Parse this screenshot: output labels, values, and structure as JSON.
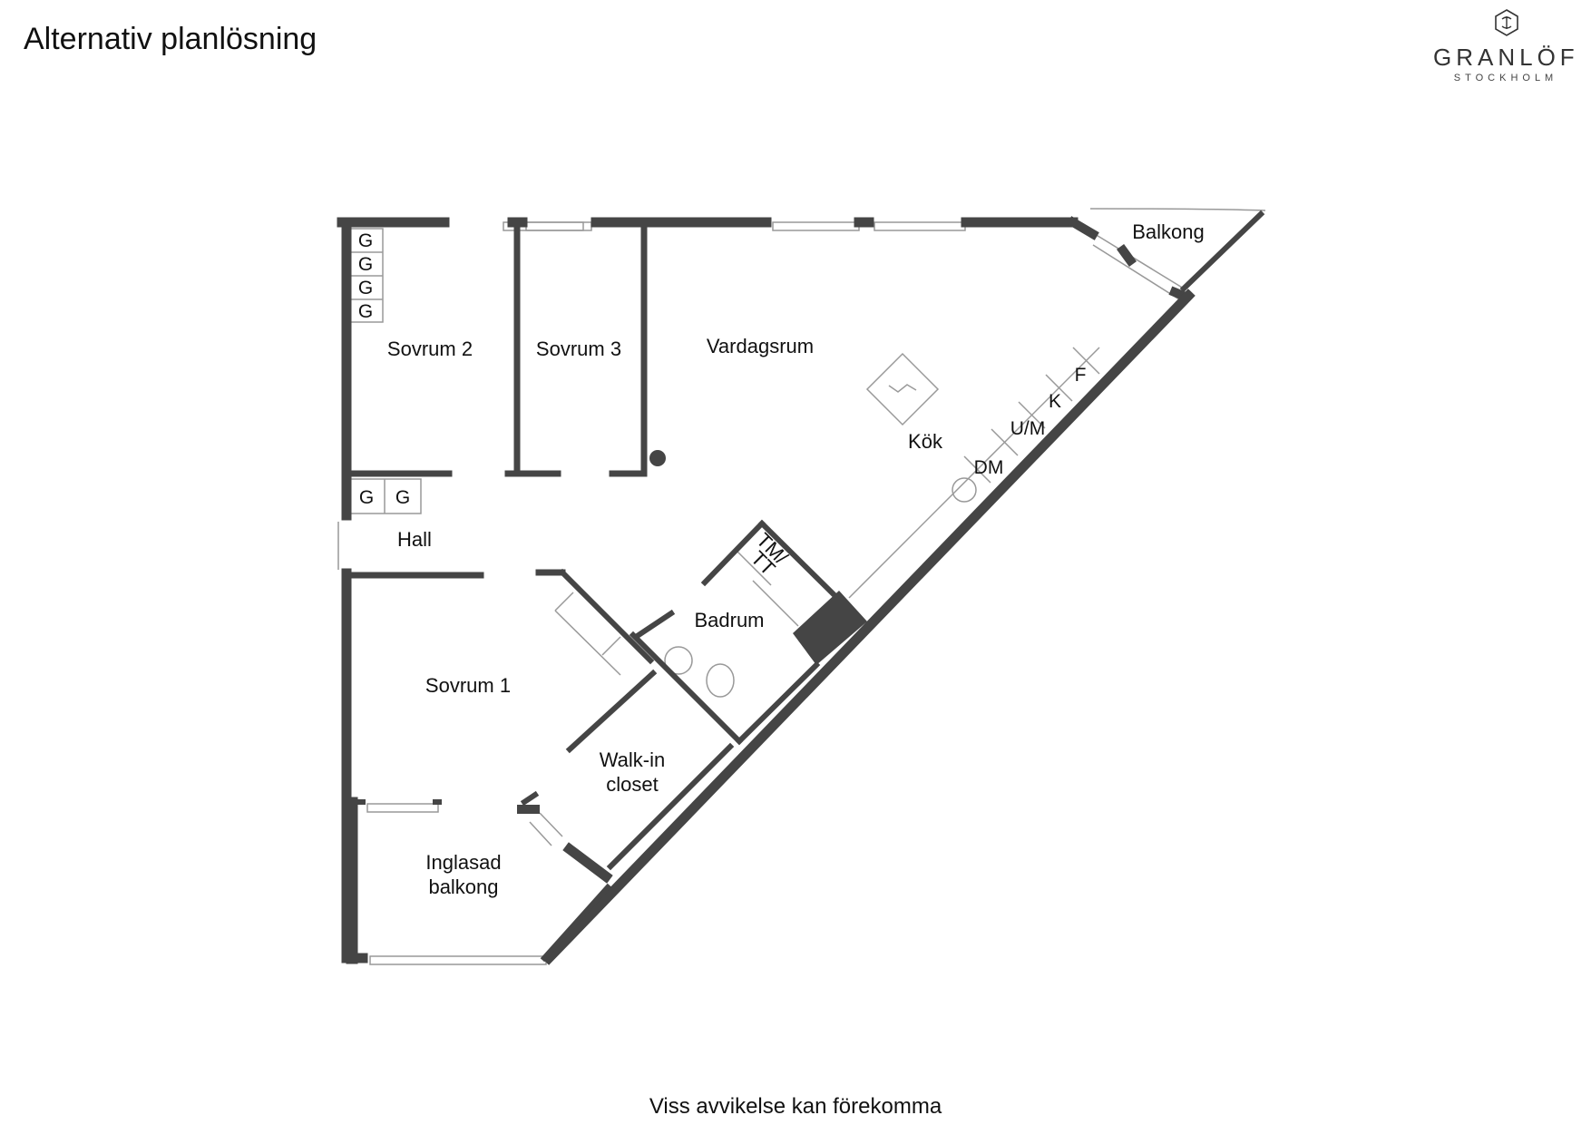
{
  "header": {
    "title": "Alternativ planlösning"
  },
  "logo": {
    "name": "GRANLÖF",
    "sub": "STOCKHOLM"
  },
  "footer": {
    "note": "Viss avvikelse kan förekomma"
  },
  "rooms": {
    "sovrum2": "Sovrum 2",
    "sovrum3": "Sovrum 3",
    "vardagsrum": "Vardagsrum",
    "balkong": "Balkong",
    "kok": "Kök",
    "hall": "Hall",
    "badrum": "Badrum",
    "sovrum1": "Sovrum 1",
    "walkin_1": "Walk-in",
    "walkin_2": "closet",
    "inglasad_1": "Inglasad",
    "inglasad_2": "balkong"
  },
  "fixtures": {
    "wardrobe": "G",
    "fridge": "F",
    "oven": "K",
    "micro": "U/M",
    "dishwasher": "DM",
    "washer_1": "TM/",
    "washer_2": "TT"
  },
  "colors": {
    "wall": "#454545",
    "thin": "#999999"
  }
}
